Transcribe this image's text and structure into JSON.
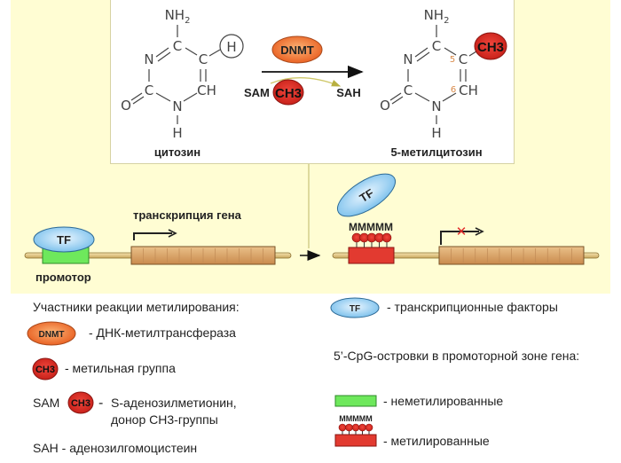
{
  "reaction": {
    "substrate": {
      "name": "цитозин",
      "atoms": {
        "nh2": "NH",
        "nh2_sub": "2",
        "c4": "C",
        "n3": "N",
        "c5": "C",
        "c2": "C",
        "c6h": "CH",
        "n1": "N",
        "o": "O",
        "h1": "H"
      },
      "highlight_group": "H"
    },
    "enzyme": "DNMT",
    "donor": {
      "prefix": "SAM",
      "group": "CH3"
    },
    "byproduct": "SAH",
    "product": {
      "name": "5-метилцитозин",
      "atoms": {
        "nh2": "NH",
        "nh2_sub": "2",
        "c4": "C",
        "n3": "N",
        "c5": "C",
        "c2": "C",
        "c6h": "CH",
        "n1": "N",
        "o": "O",
        "h1": "H"
      },
      "position_labels": [
        "5",
        "6"
      ],
      "added_group": "CH3"
    }
  },
  "genes": {
    "active": {
      "tf_label": "TF",
      "transcription_label": "транскрипция гена",
      "promoter_label": "промотор",
      "gene_segments": 12
    },
    "silenced": {
      "tf_label": "TF",
      "methyl_marks": "MMMMM",
      "methyl_count": 5,
      "blocked_marker": "✕",
      "gene_segments": 12
    }
  },
  "legend": {
    "title": "Участники реакции метилирования:",
    "items": [
      {
        "icon": "DNMT",
        "text": "- ДНК-метилтрансфераза"
      },
      {
        "icon": "CH3",
        "text": "- метильная группа"
      },
      {
        "icon_prefix": "SAM",
        "icon": "CH3",
        "text_line1": "S-аденозилметионин,",
        "text_line2": "донор СН3-группы"
      },
      {
        "text": "SAH - аденозилгомоцистеин"
      }
    ],
    "tf": {
      "icon": "TF",
      "text": "- транскрипционные факторы"
    },
    "cpg_title": "5’-CpG-островки в промоторной зоне гена:",
    "unmethylated": "- неметилированные",
    "methyl_marks": "MMMMM",
    "methylated": "- метилированные"
  },
  "colors": {
    "background": "#fffdd3",
    "enzyme_fill": "#f07a3a",
    "methyl_fill": "#e0302a",
    "tf_fill": "#8cc8ef",
    "unmethylated_fill": "#6ee85c",
    "methylated_fill": "#e23a30",
    "gene_fill": "#d9a36a",
    "dna_strand": "#e6cf8e"
  }
}
